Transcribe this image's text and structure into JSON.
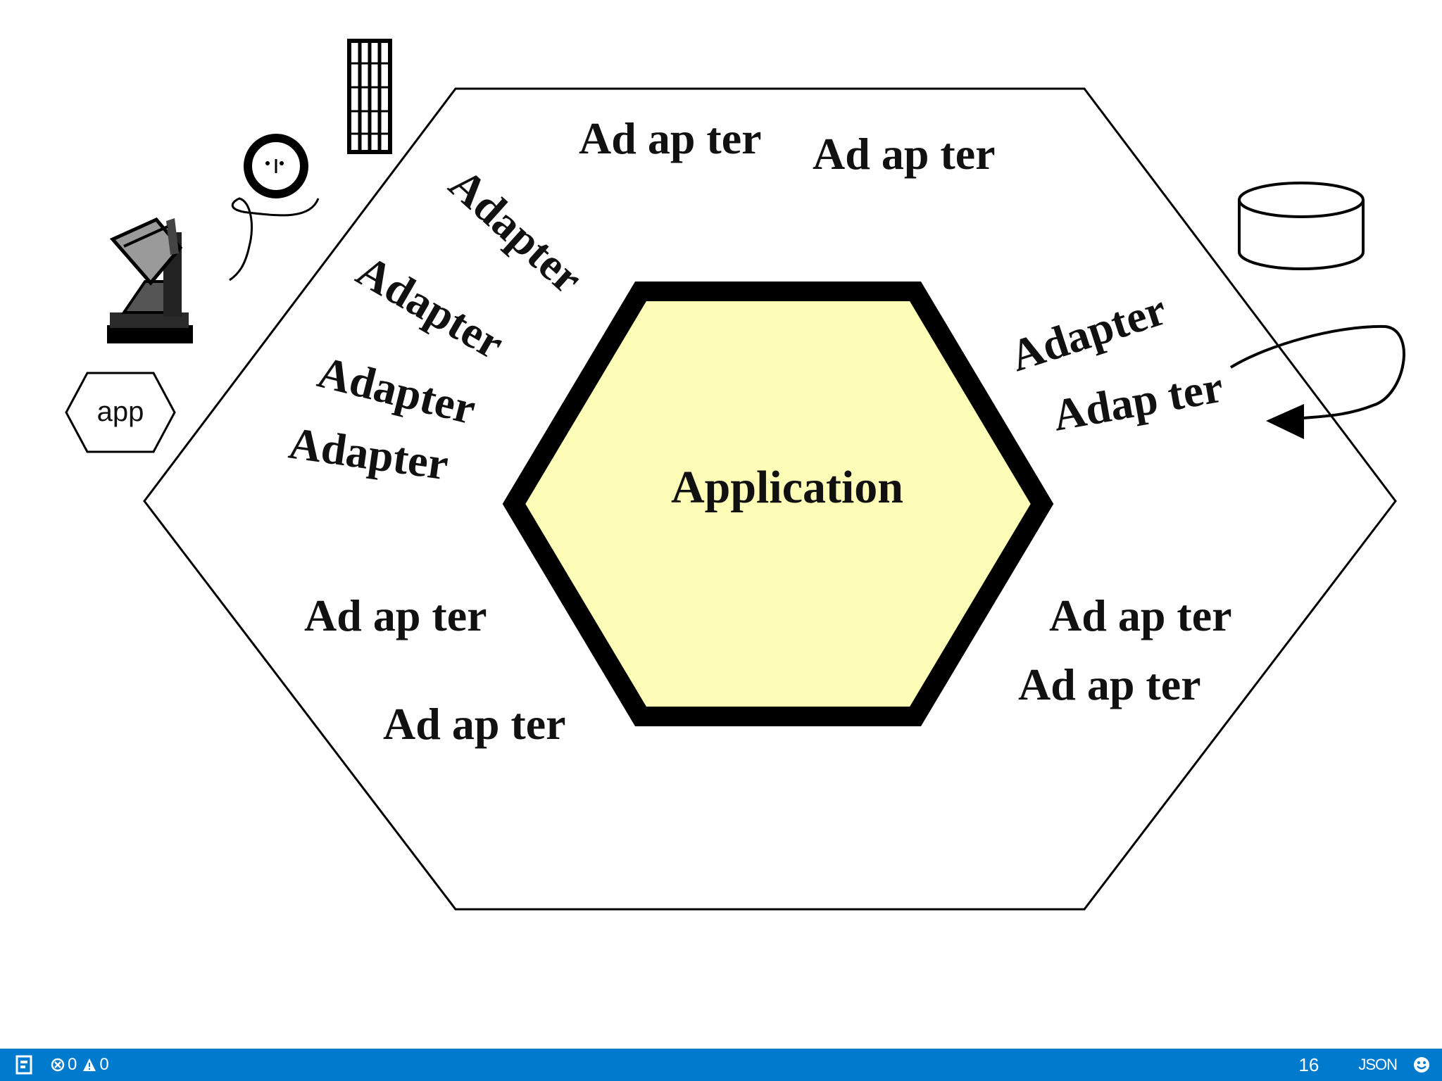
{
  "diagram": {
    "center_label": "Application",
    "mini_app_label": "app",
    "adapters": [
      {
        "id": "top-1",
        "label": "Ad ap ter"
      },
      {
        "id": "top-2",
        "label": "Ad ap ter"
      },
      {
        "id": "upper-left-1",
        "label": "Adapter"
      },
      {
        "id": "upper-left-2",
        "label": "Adapter"
      },
      {
        "id": "upper-left-3",
        "label": "Adapter"
      },
      {
        "id": "upper-left-4",
        "label": "Adapter"
      },
      {
        "id": "right-1",
        "label": "Adapter"
      },
      {
        "id": "right-2",
        "label": "Adap ter"
      },
      {
        "id": "lower-left-1",
        "label": "Ad ap ter"
      },
      {
        "id": "lower-left-2",
        "label": "Ad ap ter"
      },
      {
        "id": "lower-right-1",
        "label": "Ad ap ter"
      },
      {
        "id": "lower-right-2",
        "label": "Ad ap ter"
      }
    ],
    "colors": {
      "application_fill": "#fdfdb8",
      "outline": "#000000",
      "background": "#ffffff"
    },
    "external_icons": [
      "satellite-dish-icon",
      "user-icon",
      "building-icon",
      "database-icon",
      "mini-app-icon",
      "feedback-arrow-icon"
    ]
  },
  "statusbar": {
    "errors": "0",
    "warnings": "0",
    "page": "16",
    "language": "JSON",
    "color": "#007acc"
  }
}
